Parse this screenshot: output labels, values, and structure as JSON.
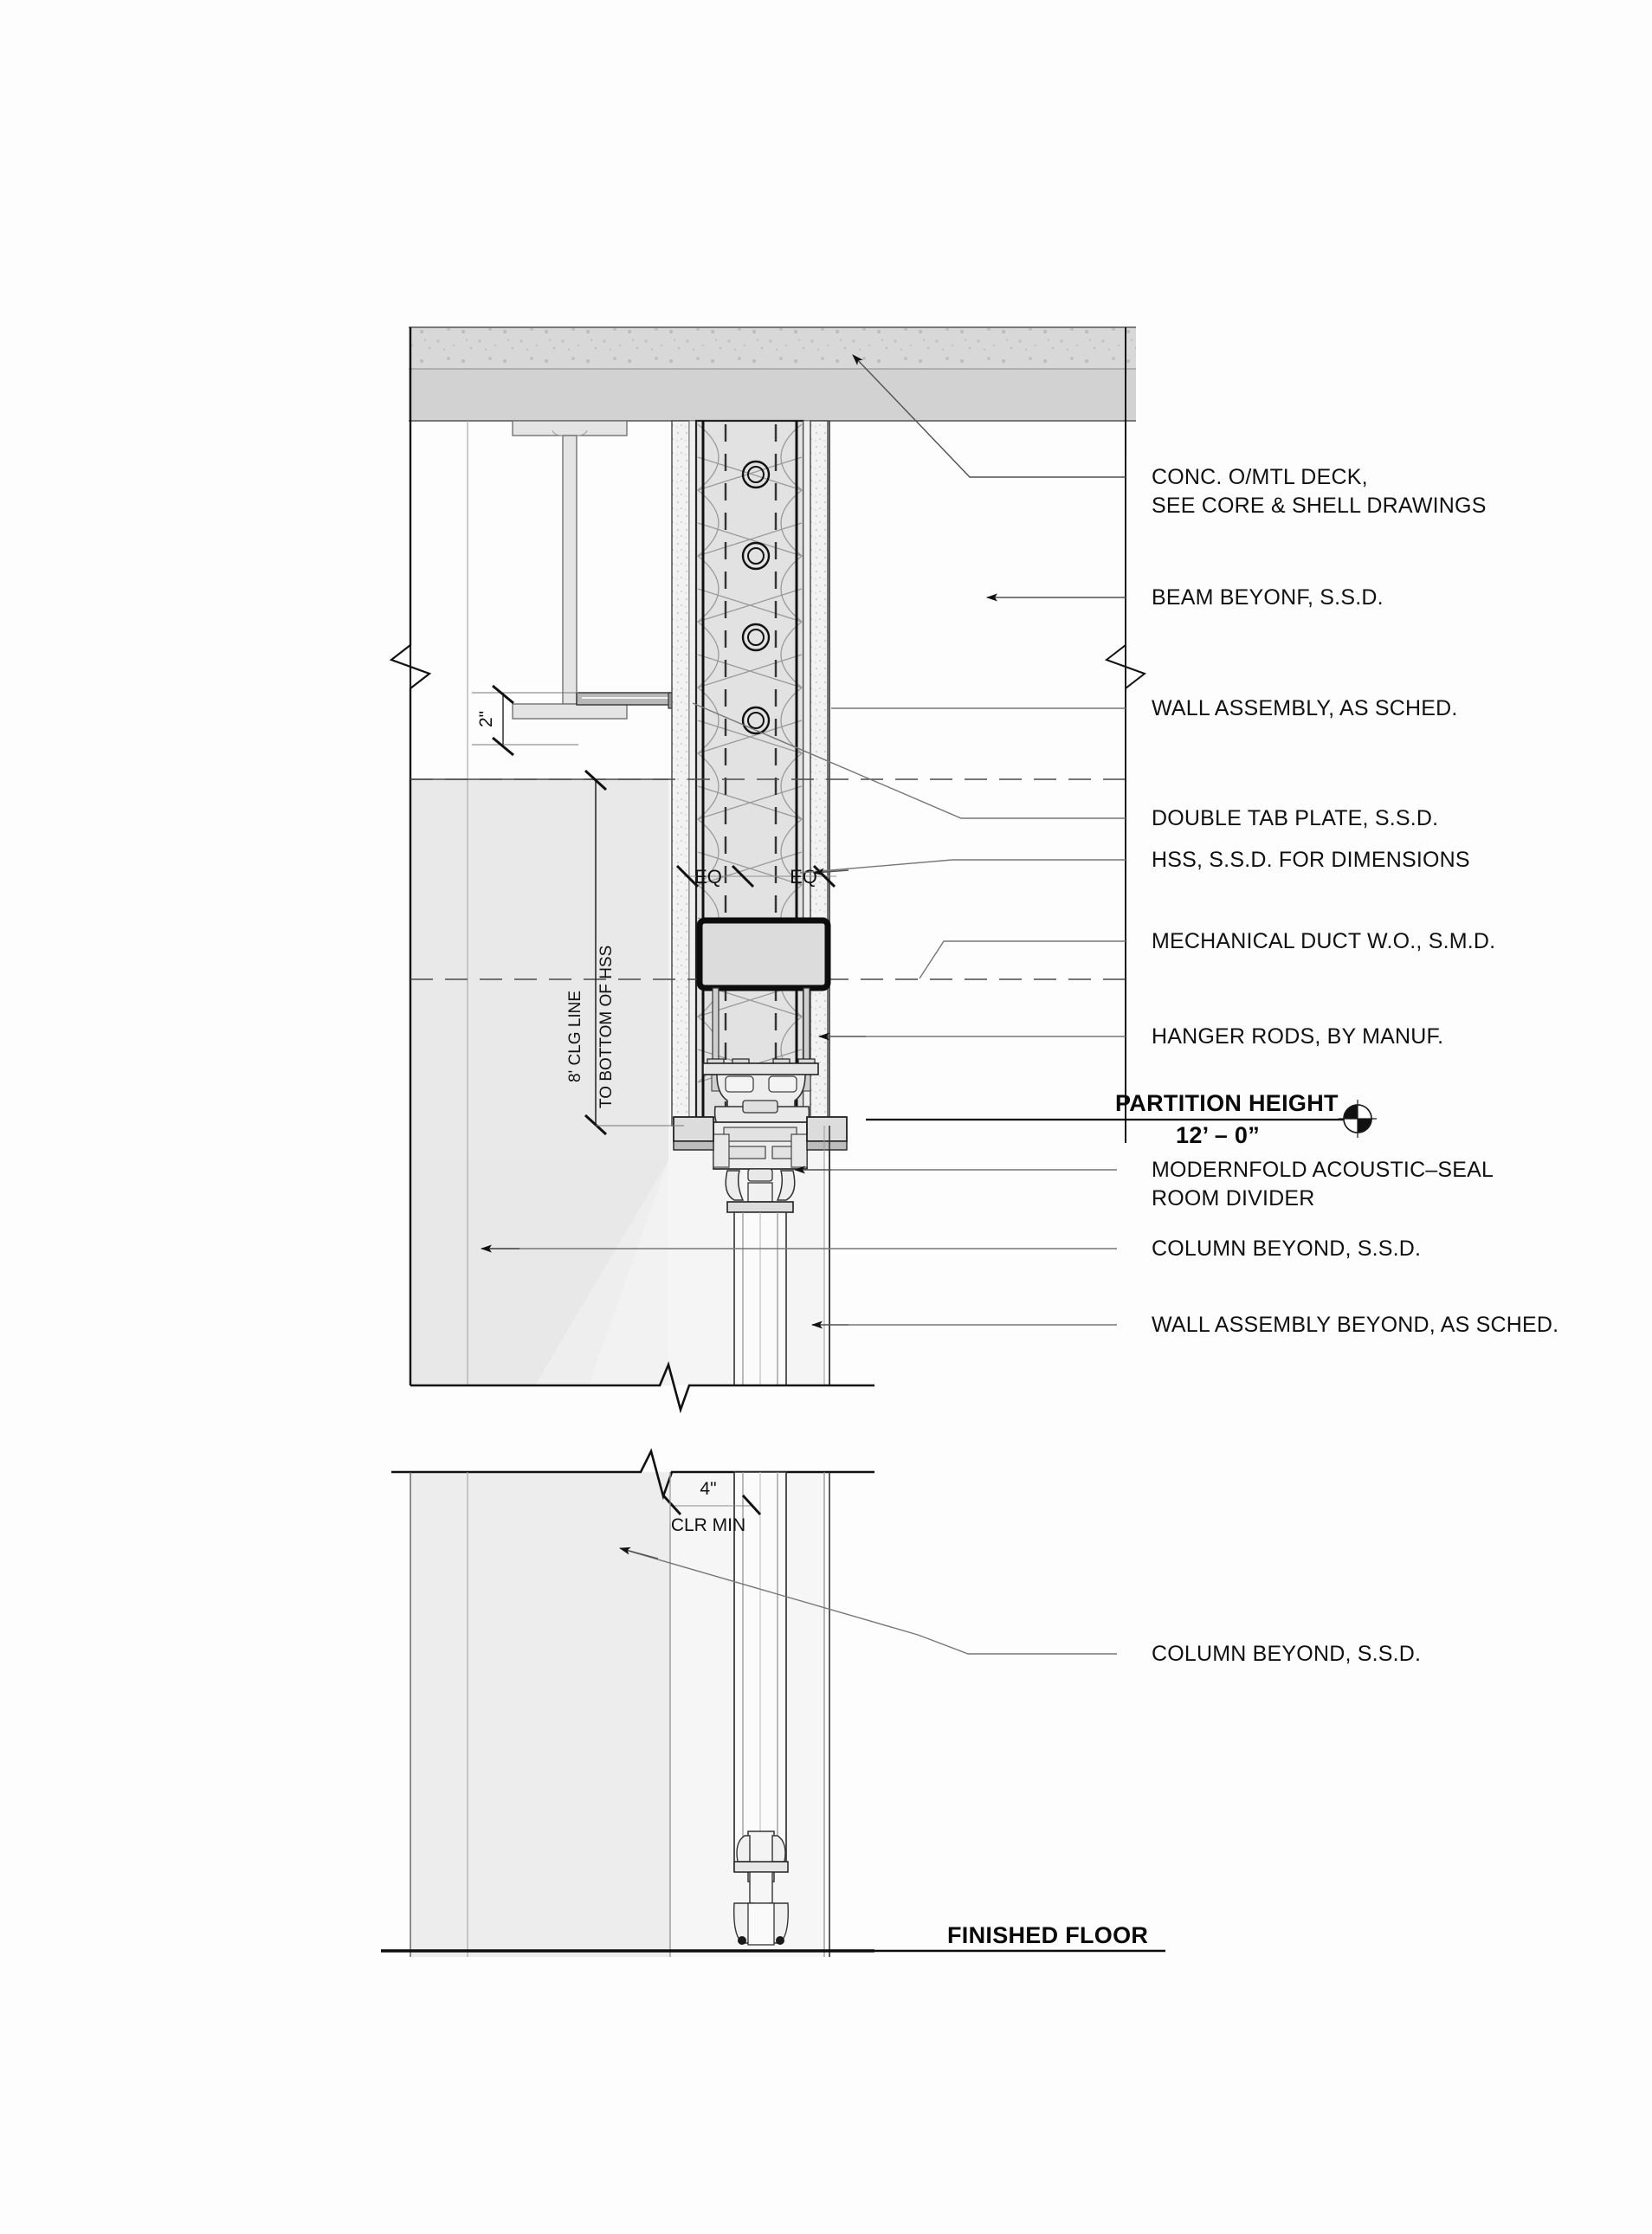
{
  "drawing": {
    "title": "Partition Head and Base Detail",
    "type": "architectural-section-detail"
  },
  "annotations": [
    {
      "id": "conc-deck",
      "lines": [
        "CONC. O/MTL DECK,",
        "SEE CORE & SHELL DRAWINGS"
      ]
    },
    {
      "id": "beam-beyond",
      "lines": [
        "BEAM BEYONF, S.S.D."
      ]
    },
    {
      "id": "wall-assembly",
      "lines": [
        "WALL ASSEMBLY, AS SCHED."
      ]
    },
    {
      "id": "double-tab-plate",
      "lines": [
        "DOUBLE TAB PLATE, S.S.D."
      ]
    },
    {
      "id": "hss",
      "lines": [
        "HSS, S.S.D. FOR DIMENSIONS"
      ]
    },
    {
      "id": "mech-duct",
      "lines": [
        "MECHANICAL DUCT W.O., S.M.D."
      ]
    },
    {
      "id": "hanger-rods",
      "lines": [
        "HANGER RODS, BY MANUF."
      ]
    },
    {
      "id": "modernfold",
      "lines": [
        "MODERNFOLD ACOUSTIC–SEAL",
        "ROOM DIVIDER"
      ]
    },
    {
      "id": "column-beyond-1",
      "lines": [
        "COLUMN BEYOND, S.S.D."
      ]
    },
    {
      "id": "wall-beyond",
      "lines": [
        "WALL ASSEMBLY BEYOND, AS SCHED."
      ]
    },
    {
      "id": "column-beyond-2",
      "lines": [
        "COLUMN BEYOND, S.S.D."
      ]
    }
  ],
  "elevation_markers": {
    "partition_height": {
      "label": "PARTITION HEIGHT",
      "value": "12’ – 0”",
      "symbol": "elevation-target-icon"
    },
    "finished_floor": {
      "label": "FINISHED FLOOR"
    }
  },
  "dimensions": {
    "beam_offset": {
      "value": "2\""
    },
    "clg_line": {
      "line1": "8' CLG LINE",
      "line2": "TO BOTTOM OF HSS"
    },
    "clear_min": {
      "value": "4\"",
      "note": "CLR MIN"
    },
    "equal_left": {
      "value": "EQ"
    },
    "equal_right": {
      "value": "EQ"
    }
  },
  "colors": {
    "paper": "#fdfdfd",
    "line_heavy": "#111111",
    "line_medium": "#555555",
    "line_light": "#9a9a9a",
    "concrete_fill": "#d6d6d6",
    "beam_fill": "#e8e8e8",
    "shade_light": "#ececec",
    "shade_lighter": "#f4f4f4",
    "duct_fill": "#dedede",
    "text": "#111111"
  }
}
